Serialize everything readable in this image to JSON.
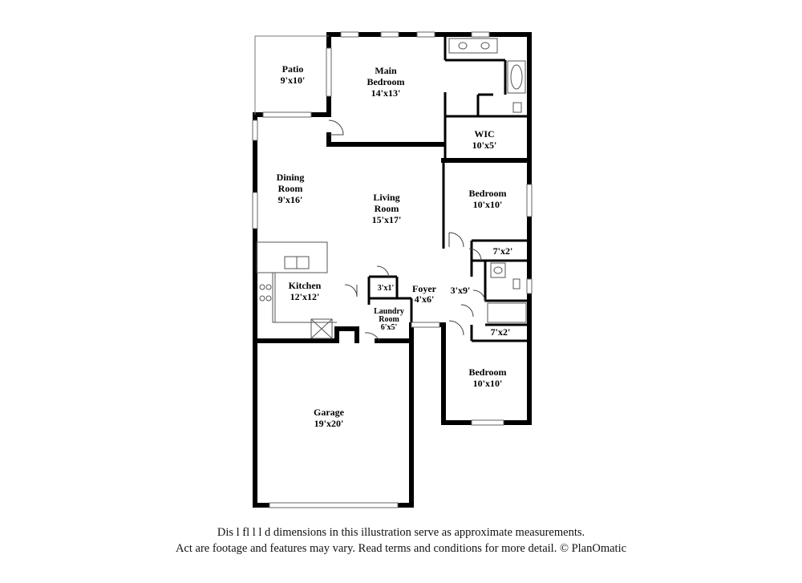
{
  "rooms": {
    "patio": {
      "name": "Patio",
      "dim": "9'x10'"
    },
    "main_bedroom": {
      "name_1": "Main",
      "name_2": "Bedroom",
      "dim": "14'x13'"
    },
    "wic": {
      "name": "WIC",
      "dim": "10'x5'"
    },
    "dining_room": {
      "name_1": "Dining",
      "name_2": "Room",
      "dim": "9'x16'"
    },
    "living_room": {
      "name_1": "Living",
      "name_2": "Room",
      "dim": "15'x17'"
    },
    "bedroom_upper": {
      "name": "Bedroom",
      "dim": "10'x10'"
    },
    "closet_7x2_upper": {
      "dim": "7'x2'"
    },
    "kitchen": {
      "name": "Kitchen",
      "dim": "12'x12'"
    },
    "closet_3x1": {
      "dim": "3'x1'"
    },
    "foyer": {
      "name": "Foyer",
      "dim": "4'x6'"
    },
    "hall_3x9": {
      "dim": "3'x9'"
    },
    "laundry_room": {
      "name_1": "Laundry",
      "name_2": "Room",
      "dim": "6'x5'"
    },
    "closet_7x2_lower": {
      "dim": "7'x2'"
    },
    "bedroom_lower": {
      "name": "Bedroom",
      "dim": "10'x10'"
    },
    "garage": {
      "name": "Garage",
      "dim": "19'x20'"
    }
  },
  "disclaimer": {
    "line1": "Dis        l  fl   l   l  d dimensions in this illustration serve as approximate measurements.",
    "line2": "Act        are footage and features may vary. Read terms and conditions for more detail. © PlanOmatic"
  }
}
